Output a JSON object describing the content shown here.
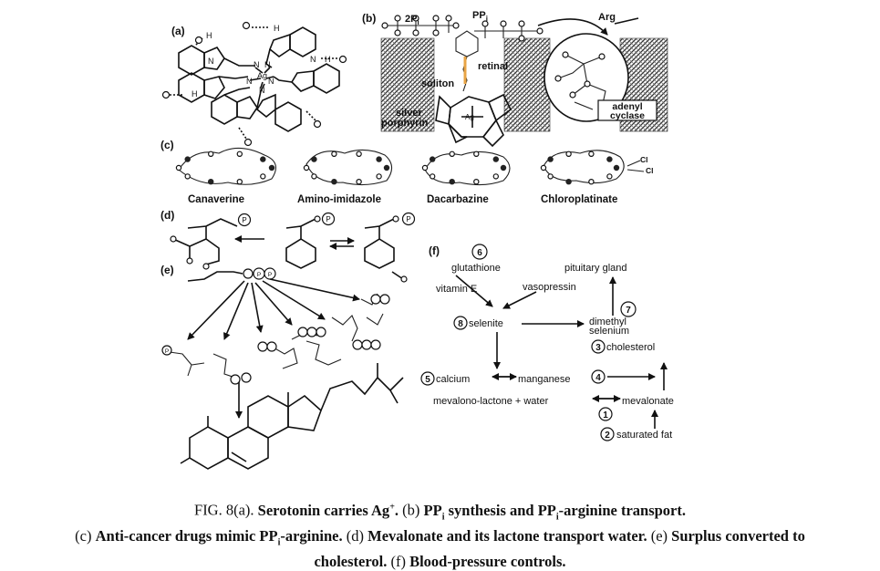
{
  "panel_labels": {
    "a": "(a)",
    "b": "(b)",
    "c": "(c)",
    "d": "(d)",
    "e": "(e)",
    "f": "(f)"
  },
  "panel_a": {
    "atoms": [
      "H",
      "N",
      "N",
      "N",
      "Ag",
      "N",
      "N",
      "N",
      "N",
      "H",
      "O",
      "O",
      "O",
      "H",
      "O",
      "H",
      "O"
    ]
  },
  "panel_b": {
    "two_pi": "2P",
    "two_pi_sub": "i",
    "ppi": "PP",
    "ppi_sub": "i",
    "arg": "Arg",
    "retinal": "retinal",
    "soliton": "soliton",
    "silver_porphyrin_1": "silver",
    "silver_porphyrin_2": "porphyrin",
    "ag": "Ag",
    "adenyl_1": "adenyl",
    "adenyl_2": "cyclase"
  },
  "panel_c": {
    "drugs": [
      "Canaverine",
      "Amino-imidazole",
      "Dacarbazine",
      "Chloroplatinate"
    ],
    "cl_labels": [
      "Cl",
      "Cl"
    ]
  },
  "panel_d": {
    "p_symbol": "P"
  },
  "panel_e": {
    "p_symbol": "P"
  },
  "panel_f": {
    "n1": "1",
    "n2": "2",
    "n3": "3",
    "n4": "4",
    "n5": "5",
    "n6": "6",
    "n7": "7",
    "n8": "8",
    "glutathione": "glutathione",
    "vitamin_e": "vitamin E",
    "vasopressin": "vasopressin",
    "pituitary": "pituitary gland",
    "selenite": "selenite",
    "dimethyl_1": "dimethyl",
    "dimethyl_2": "selenium",
    "cholesterol": "cholesterol",
    "calcium": "calcium",
    "manganese": "manganese",
    "mevalono": "mevalono-lactone + water",
    "mevalonate": "mevalonate",
    "saturated_fat": "saturated fat"
  },
  "caption": {
    "l1_a": "FIG. 8(a). ",
    "l1_b": "Serotonin carries Ag",
    "l1_sup": "+",
    "l1_c": ".",
    "l1_d": " (b) ",
    "l1_e": "PP",
    "l1_e_sub": "i",
    "l1_f": " synthesis and PP",
    "l1_f_sub": "i",
    "l1_g": "-arginine transport.",
    "l2_a": "(c) ",
    "l2_b": "Anti-cancer drugs mimic PP",
    "l2_b_sub": "i",
    "l2_c": "-arginine.",
    "l2_d": "  (d) ",
    "l2_e": "Mevalonate and its lactone transport water.",
    "l2_f": "  (e) ",
    "l2_g": "Surplus converted to",
    "l3_a": "cholesterol.",
    "l3_b": " (f) ",
    "l3_c": "Blood-pressure controls."
  }
}
